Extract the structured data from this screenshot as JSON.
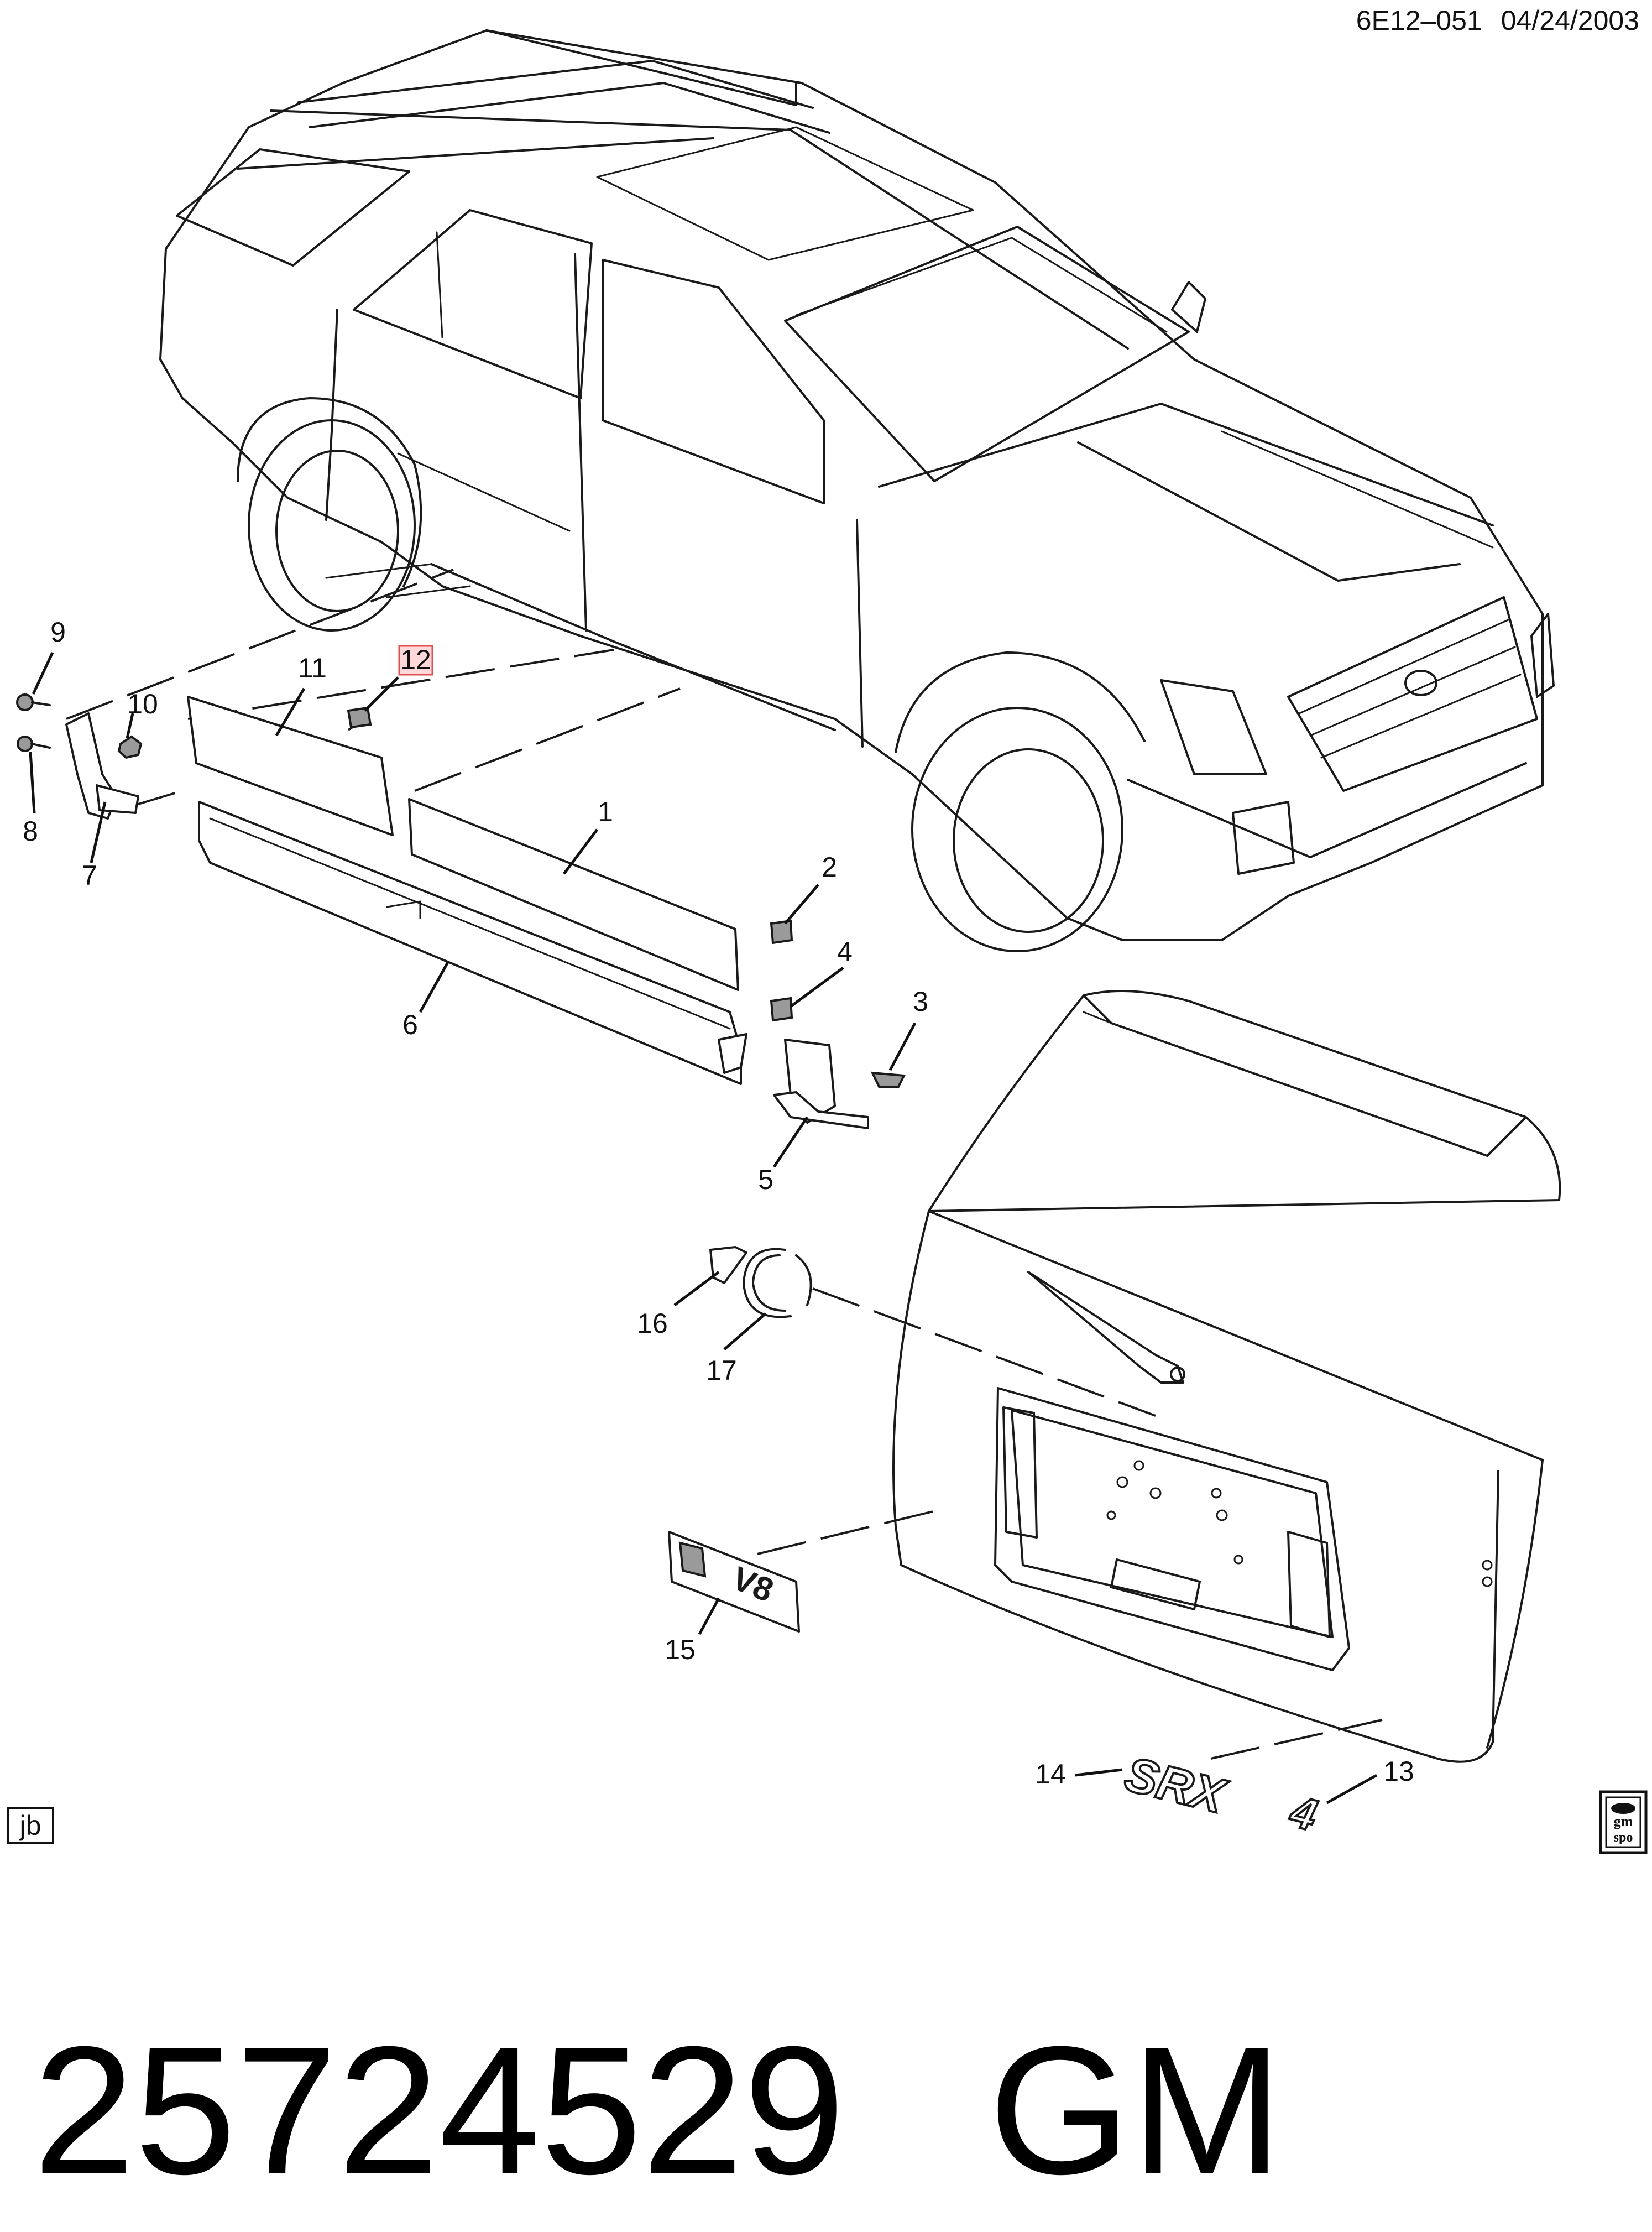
{
  "header": {
    "diagram_code": "6E12–051",
    "date": "04/24/2003"
  },
  "corner_tag": "jb",
  "logo": {
    "name": "gm-spo-logo",
    "text_top": "gm",
    "text_bottom": "spo"
  },
  "callouts": {
    "c1": "1",
    "c2": "2",
    "c3": "3",
    "c4": "4",
    "c5": "5",
    "c6": "6",
    "c7": "7",
    "c8": "8",
    "c9": "9",
    "c10": "10",
    "c11": "11",
    "c12": "12",
    "c13": "13",
    "c14": "14",
    "c15": "15",
    "c16": "16",
    "c17": "17"
  },
  "highlighted_callout": "12",
  "footer": {
    "part_number": "25724529",
    "brand": "GM"
  }
}
